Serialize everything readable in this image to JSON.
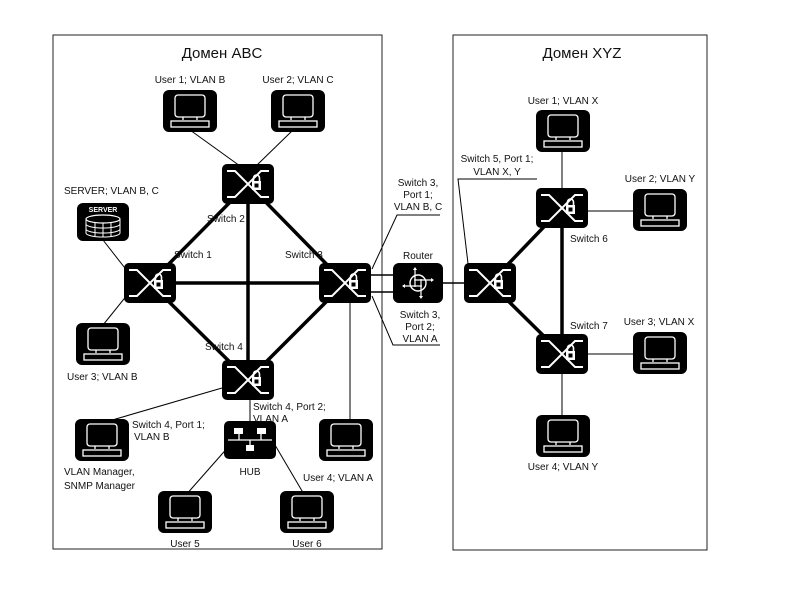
{
  "domains": [
    {
      "id": "abc",
      "title": "Домен ABC"
    },
    {
      "id": "xyz",
      "title": "Домен XYZ"
    }
  ],
  "nodes": {
    "sw1": {
      "label": "Switch 1",
      "icon": "switch-icon"
    },
    "sw2": {
      "label": "Switch 2",
      "icon": "switch-icon"
    },
    "sw3": {
      "label": "Switch 3",
      "icon": "switch-icon"
    },
    "sw4": {
      "label": "Switch 4",
      "icon": "switch-icon"
    },
    "sw5": {
      "label": "",
      "icon": "switch-icon"
    },
    "sw6": {
      "label": "Switch 6",
      "icon": "switch-icon"
    },
    "sw7": {
      "label": "Switch 7",
      "icon": "switch-icon"
    },
    "router": {
      "label": "Router",
      "icon": "router-icon"
    },
    "hub": {
      "label": "HUB",
      "icon": "hub-icon"
    },
    "server": {
      "label": "SERVER; VLAN B, C",
      "inner_label": "SERVER",
      "icon": "server-icon"
    },
    "abc_user1": {
      "label": "User 1; VLAN B",
      "icon": "computer-icon"
    },
    "abc_user2": {
      "label": "User 2; VLAN C",
      "icon": "computer-icon"
    },
    "abc_user3": {
      "label": "User 3; VLAN B",
      "icon": "computer-icon"
    },
    "abc_user4": {
      "label": "User 4; VLAN  A",
      "icon": "computer-icon"
    },
    "abc_user5": {
      "label": "User 5",
      "icon": "computer-icon"
    },
    "abc_user6": {
      "label": "User 6",
      "icon": "computer-icon"
    },
    "manager": {
      "label_line1": "VLAN Manager,",
      "label_line2": "SNMP Manager",
      "icon": "computer-icon"
    },
    "xyz_user1": {
      "label": "User 1; VLAN X",
      "icon": "computer-icon"
    },
    "xyz_user2": {
      "label": "User 2; VLAN Y",
      "icon": "computer-icon"
    },
    "xyz_user3": {
      "label": "User 3; VLAN X",
      "icon": "computer-icon"
    },
    "xyz_user4": {
      "label": "User 4; VLAN Y",
      "icon": "computer-icon"
    }
  },
  "annotations": {
    "sw3_port1": [
      "Switch 3,",
      "Port 1;",
      "VLAN B, C"
    ],
    "sw3_port2": [
      "Switch 3,",
      "Port 2;",
      "VLAN A"
    ],
    "sw4_port1": [
      "Switch 4, Port 1;",
      "VLAN  B"
    ],
    "sw4_port2": [
      "Switch 4, Port 2;",
      "VLAN  A"
    ],
    "sw5_port1": [
      "Switch 5, Port 1;",
      "VLAN X, Y"
    ]
  },
  "links": [
    {
      "from": "sw1",
      "to": "sw2",
      "type": "trunk"
    },
    {
      "from": "sw1",
      "to": "sw3",
      "type": "trunk"
    },
    {
      "from": "sw1",
      "to": "sw4",
      "type": "trunk"
    },
    {
      "from": "sw2",
      "to": "sw3",
      "type": "trunk"
    },
    {
      "from": "sw2",
      "to": "sw4",
      "type": "trunk"
    },
    {
      "from": "sw3",
      "to": "sw4",
      "type": "trunk"
    },
    {
      "from": "sw3",
      "to": "router",
      "type": "port1"
    },
    {
      "from": "sw3",
      "to": "router",
      "type": "port2"
    },
    {
      "from": "router",
      "to": "sw5",
      "type": "access"
    },
    {
      "from": "sw5",
      "to": "sw6",
      "type": "trunk"
    },
    {
      "from": "sw5",
      "to": "sw7",
      "type": "trunk"
    },
    {
      "from": "sw6",
      "to": "sw7",
      "type": "trunk"
    },
    {
      "from": "abc_user1",
      "to": "sw2",
      "type": "access"
    },
    {
      "from": "abc_user2",
      "to": "sw2",
      "type": "access"
    },
    {
      "from": "server",
      "to": "sw1",
      "type": "access"
    },
    {
      "from": "abc_user3",
      "to": "sw1",
      "type": "access"
    },
    {
      "from": "manager",
      "to": "sw4",
      "type": "access"
    },
    {
      "from": "hub",
      "to": "sw4",
      "type": "access"
    },
    {
      "from": "abc_user5",
      "to": "hub",
      "type": "access"
    },
    {
      "from": "abc_user6",
      "to": "hub",
      "type": "access"
    },
    {
      "from": "abc_user4",
      "to": "sw3",
      "type": "access"
    },
    {
      "from": "xyz_user1",
      "to": "sw6",
      "type": "access"
    },
    {
      "from": "xyz_user2",
      "to": "sw6",
      "type": "access"
    },
    {
      "from": "xyz_user3",
      "to": "sw7",
      "type": "access"
    },
    {
      "from": "xyz_user4",
      "to": "sw7",
      "type": "access"
    }
  ]
}
